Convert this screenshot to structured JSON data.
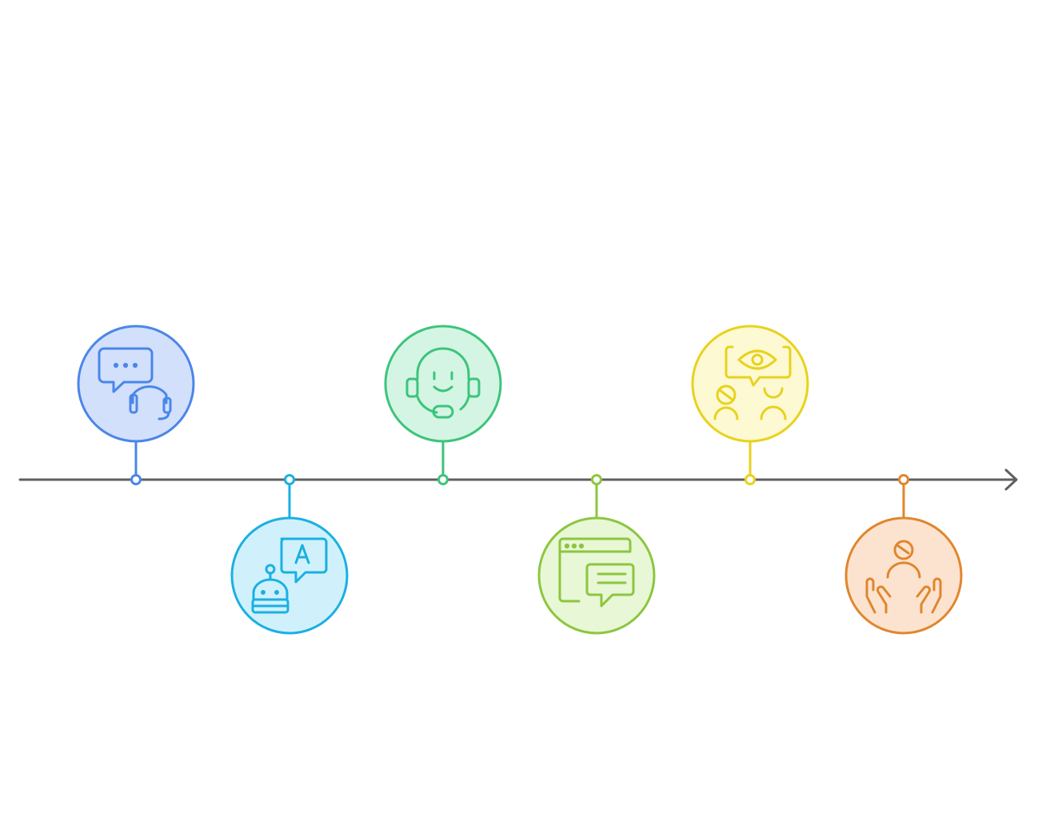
{
  "timeline": {
    "axis_color": "#5f5f5f",
    "milestones": [
      {
        "id": "customer-support-chat",
        "icon": "chat-headset-icon",
        "position": "above",
        "stroke": "#4a86e8",
        "fill": "#d2e0fc"
      },
      {
        "id": "ai-chatbot-translation",
        "icon": "robot-translate-icon",
        "position": "below",
        "stroke": "#1ab0e2",
        "fill": "#d0f1fc"
      },
      {
        "id": "virtual-agent",
        "icon": "headset-agent-icon",
        "position": "above",
        "stroke": "#3cc47c",
        "fill": "#d4f5e4"
      },
      {
        "id": "web-live-chat",
        "icon": "browser-chat-icon",
        "position": "below",
        "stroke": "#8cc63f",
        "fill": "#e8f7d6"
      },
      {
        "id": "visual-engagement",
        "icon": "eye-group-chat-icon",
        "position": "above",
        "stroke": "#e8d21d",
        "fill": "#fdf9d2"
      },
      {
        "id": "personalized-care",
        "icon": "person-caring-hands-icon",
        "position": "below",
        "stroke": "#e0862d",
        "fill": "#fce3cf"
      }
    ]
  }
}
